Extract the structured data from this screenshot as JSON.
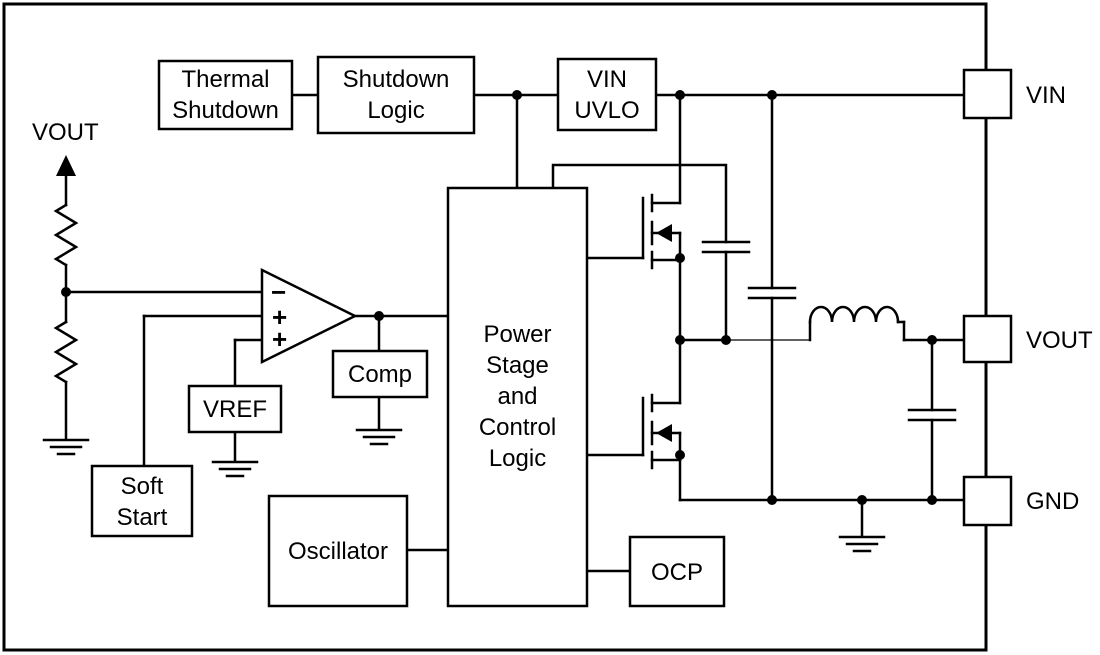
{
  "blocks": {
    "thermal_shutdown": [
      "Thermal",
      "Shutdown"
    ],
    "shutdown_logic": [
      "Shutdown",
      "Logic"
    ],
    "vin_uvlo": [
      "VIN",
      "UVLO"
    ],
    "power_stage": [
      "Power",
      "Stage",
      "and",
      "Control",
      "Logic"
    ],
    "comp": "Comp",
    "vref": "VREF",
    "soft_start": [
      "Soft",
      "Start"
    ],
    "oscillator": "Oscillator",
    "ocp": "OCP"
  },
  "pins": {
    "vin": "VIN",
    "vout": "VOUT",
    "gnd": "GND"
  },
  "feedback": {
    "vout_label": "VOUT"
  },
  "amplifier": {
    "minus": "−",
    "plus1": "+",
    "plus2": "+"
  }
}
